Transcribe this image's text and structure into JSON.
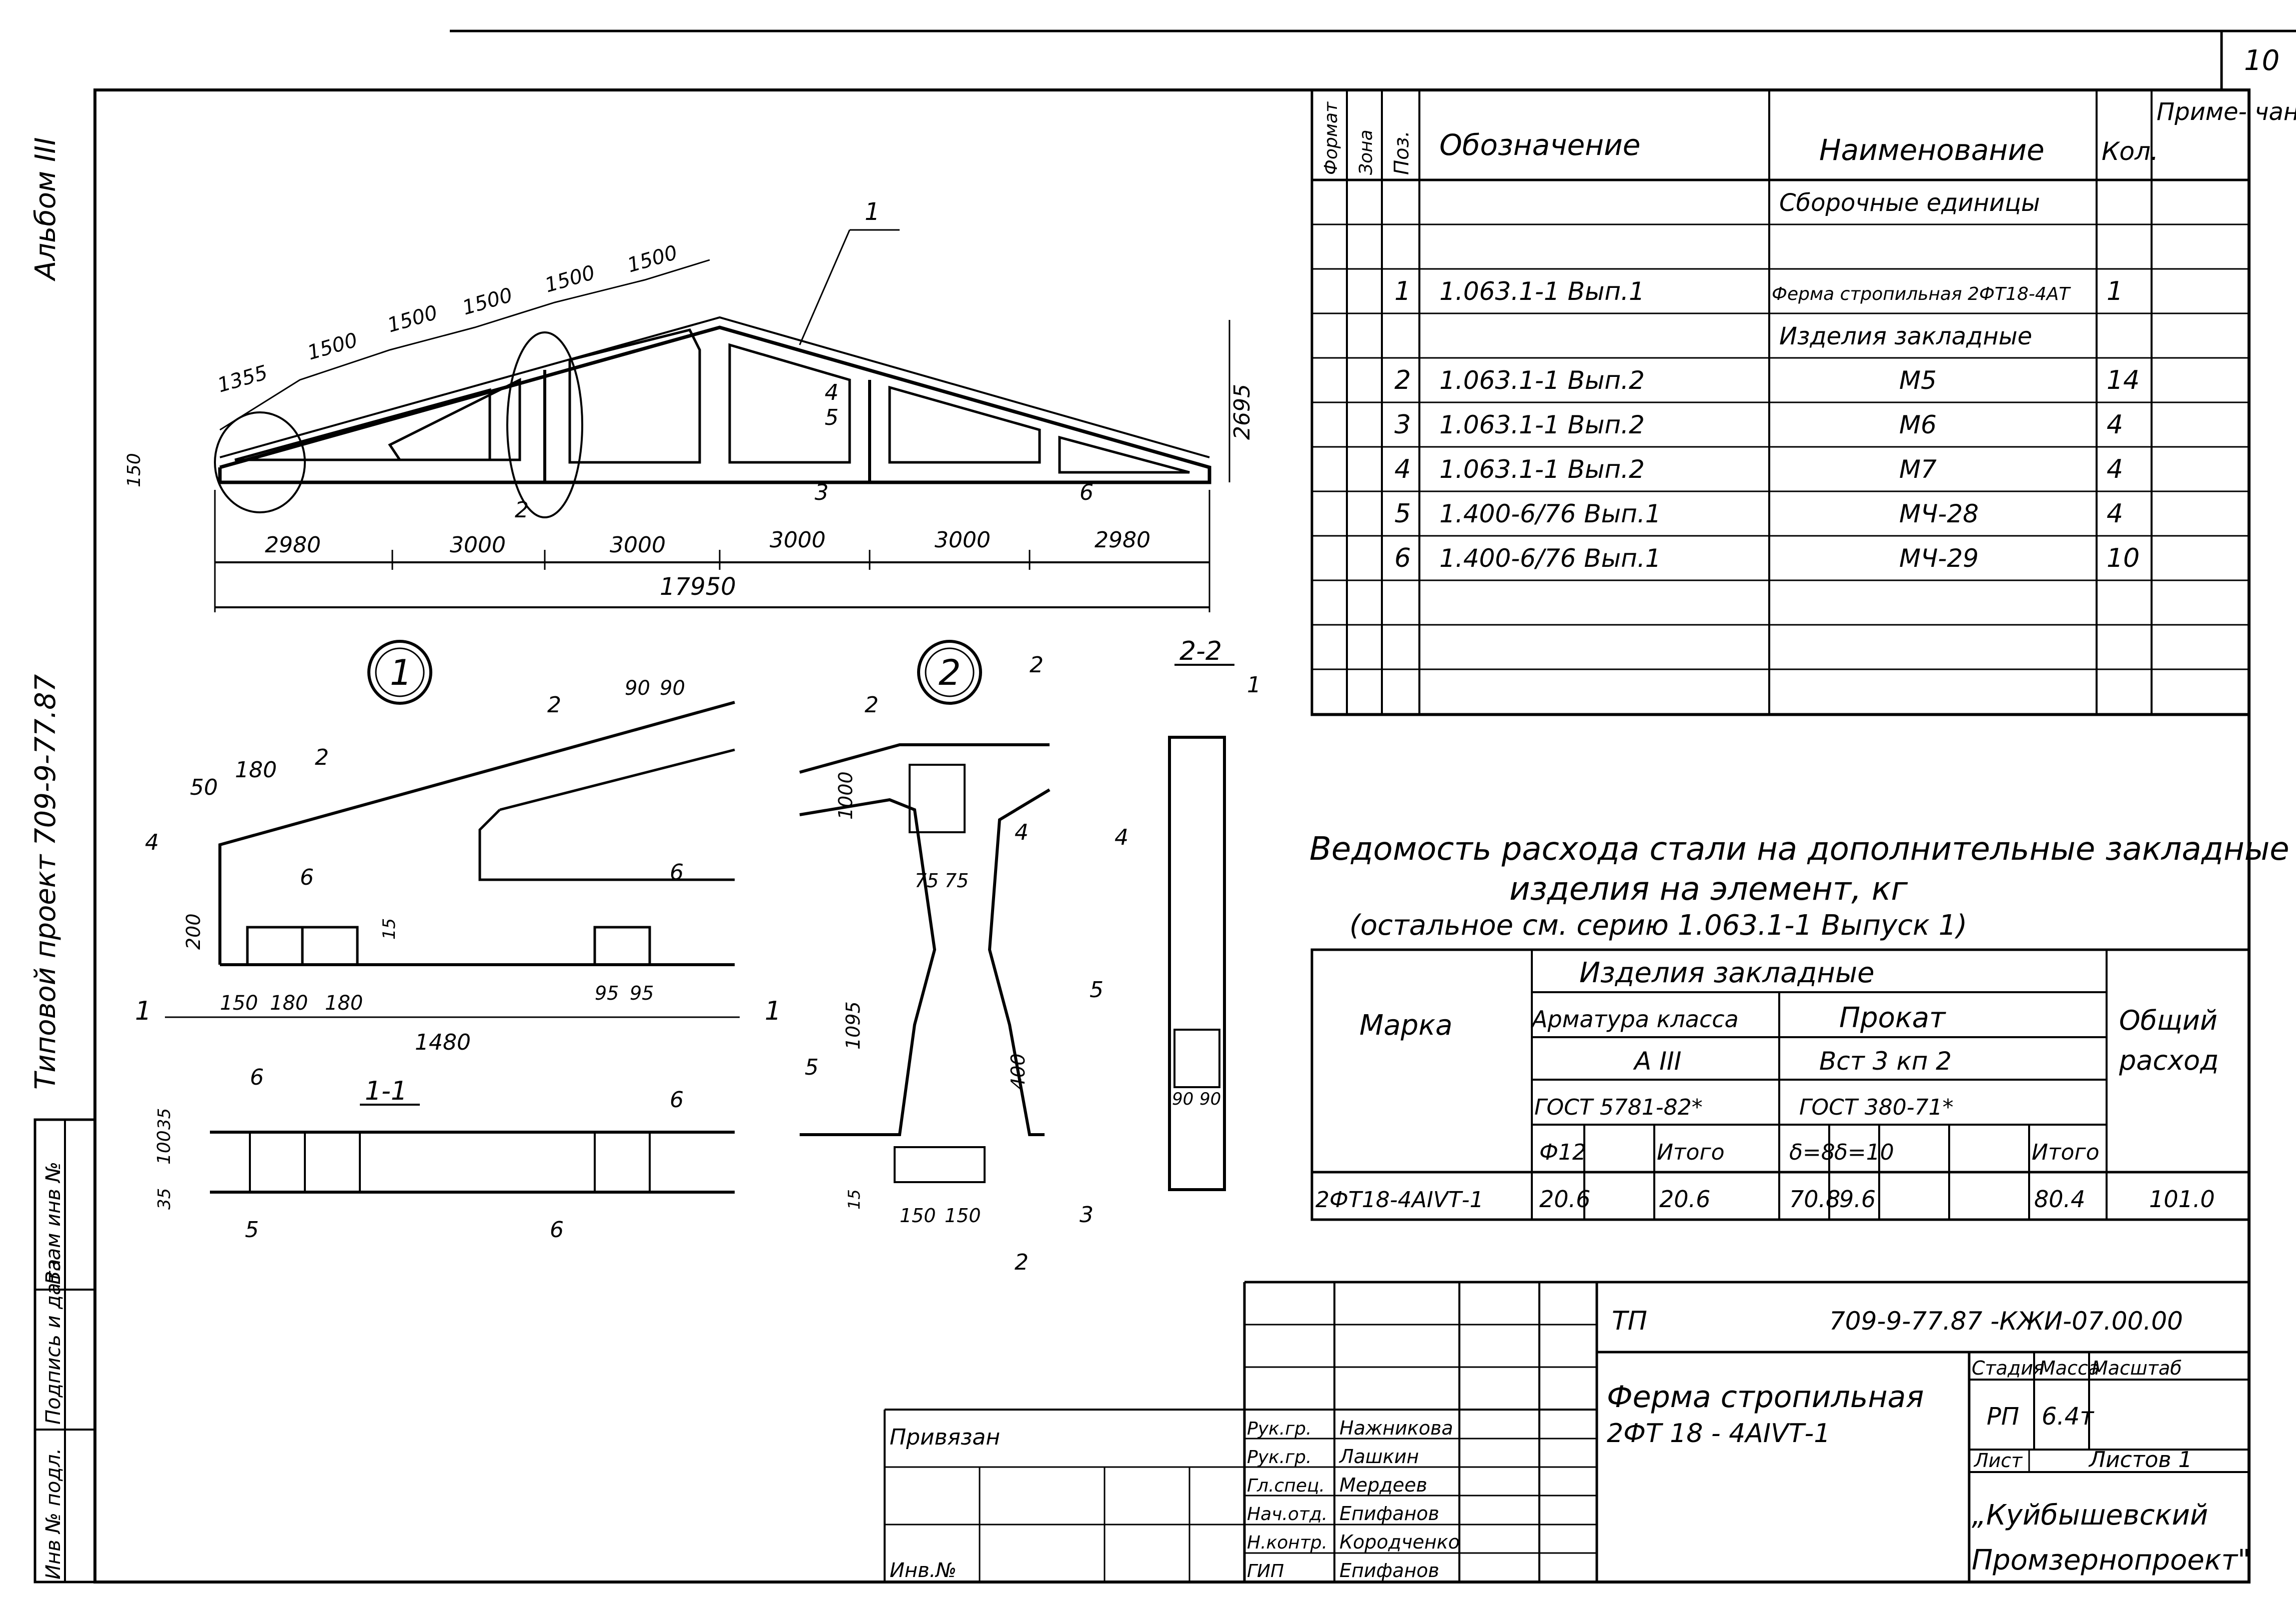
{
  "sheet_number": "10",
  "side_labels": {
    "album": "Альбом III",
    "project": "Типовой проект 709-9-77.87",
    "stamp_cells": [
      "Инв № подл.",
      "Подпись и дата",
      "Взам инв №"
    ]
  },
  "spec_table": {
    "headers": [
      "Формат",
      "Зона",
      "Поз.",
      "Обозначение",
      "Наименование",
      "Кол.",
      "Приме- чание"
    ],
    "rows": [
      {
        "pos": "",
        "designation": "",
        "name": "Сборочные единицы",
        "qty": "",
        "note": ""
      },
      {
        "pos": "",
        "designation": "",
        "name": "",
        "qty": "",
        "note": ""
      },
      {
        "pos": "1",
        "designation": "1.063.1-1  Вып.1",
        "name": "Ферма стропильная 2ФТ18-4АТ",
        "qty": "1",
        "note": ""
      },
      {
        "pos": "",
        "designation": "",
        "name": "Изделия  закладные",
        "qty": "",
        "note": ""
      },
      {
        "pos": "2",
        "designation": "1.063.1-1  Вып.2",
        "name": "М5",
        "qty": "14",
        "note": ""
      },
      {
        "pos": "3",
        "designation": "1.063.1-1  Вып.2",
        "name": "М6",
        "qty": "4",
        "note": ""
      },
      {
        "pos": "4",
        "designation": "1.063.1-1  Вып.2",
        "name": "М7",
        "qty": "4",
        "note": ""
      },
      {
        "pos": "5",
        "designation": "1.400-6/76 Вып.1",
        "name": "МЧ-28",
        "qty": "4",
        "note": ""
      },
      {
        "pos": "6",
        "designation": "1.400-6/76 Вып.1",
        "name": "МЧ-29",
        "qty": "10",
        "note": ""
      },
      {
        "pos": "",
        "designation": "",
        "name": "",
        "qty": "",
        "note": ""
      },
      {
        "pos": "",
        "designation": "",
        "name": "",
        "qty": "",
        "note": ""
      },
      {
        "pos": "",
        "designation": "",
        "name": "",
        "qty": "",
        "note": ""
      }
    ]
  },
  "steel_statement": {
    "title_line1": "Ведомость расхода стали на дополнительные закладные",
    "title_line2": "изделия на элемент, кг",
    "title_line3": "(остальное см. серию 1.063.1-1 Выпуск 1)",
    "col_mark": "Марка",
    "group_embedded": "Изделия  закладные",
    "group_rebar": "Арматура класса",
    "rebar_class": "А III",
    "rebar_gost": "ГОСТ 5781-82*",
    "group_rolled": "Прокат",
    "rolled_grade": "Вст 3 кп 2",
    "rolled_gost": "ГОСТ 380-71*",
    "col_total": "Общий расход",
    "sub_headers": [
      "Ф12",
      "",
      "Итого",
      "δ=8",
      "δ=10",
      "",
      "Итого"
    ],
    "rows": [
      {
        "mark": "2ФТ18-4АIVТ-1",
        "values": [
          "20.6",
          "",
          "20.6",
          "70.8",
          "9.6",
          "",
          "80.4"
        ],
        "total": "101.0"
      }
    ]
  },
  "drawing": {
    "truss_dims_bottom": [
      "2980",
      "3000",
      "3000",
      "3000",
      "3000",
      "2980"
    ],
    "truss_total": "17950",
    "truss_dims_top": [
      "1355",
      "1500",
      "1500",
      "1500",
      "1500",
      "1500"
    ],
    "truss_height": "2695",
    "end_height": "150",
    "node_labels": [
      "1",
      "2"
    ],
    "section_label_11": "1-1",
    "section_label_22": "2-2",
    "detail1_dims": [
      "50",
      "180",
      "150",
      "180",
      "180",
      "200",
      "90",
      "90",
      "95",
      "95",
      "1480",
      "15"
    ],
    "detail2_dims": [
      "1000",
      "75",
      "75",
      "1095",
      "400",
      "150",
      "150",
      "15",
      "90",
      "90",
      "100",
      "35",
      "35"
    ],
    "pos_marks": [
      "1",
      "2",
      "3",
      "4",
      "5",
      "6"
    ]
  },
  "title_block": {
    "code_prefix": "ТП",
    "code": "709-9-77.87  -КЖИ-07.00.00",
    "title_line1": "Ферма стропильная",
    "title_line2": "2ФТ 18 - 4АIVТ-1",
    "stage_label": "Стадия",
    "mass_label": "Масса",
    "scale_label": "Масштаб",
    "stage": "РП",
    "mass": "6.4т",
    "sheet_label": "Лист",
    "sheets_label": "Листов 1",
    "org_line1": "„Куйбышевский",
    "org_line2": "Промзернопроект\"",
    "tied": "Привязан",
    "inv": "Инв.№",
    "people": [
      {
        "role": "Рук.гр.",
        "name": "Нажникова"
      },
      {
        "role": "Рук.гр.",
        "name": "Лашкин"
      },
      {
        "role": "Гл.спец.",
        "name": "Мердеев"
      },
      {
        "role": "Нач.отд.",
        "name": "Епифанов"
      },
      {
        "role": "Н.контр.",
        "name": "Кородченко"
      },
      {
        "role": "ГИП",
        "name": "Епифанов"
      }
    ]
  }
}
